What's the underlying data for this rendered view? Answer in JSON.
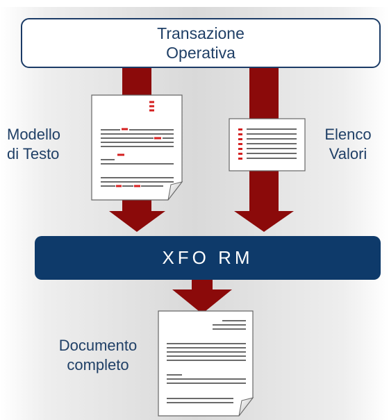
{
  "diagram": {
    "transaction_box": {
      "line1": "Transazione",
      "line2": "Operativa"
    },
    "template_label": {
      "line1": "Modello",
      "line2": "di Testo"
    },
    "values_label": {
      "line1": "Elenco",
      "line2": "Valori"
    },
    "xform_label": "XFO RM",
    "output_label": {
      "line1": "Documento",
      "line2": "completo"
    },
    "colors": {
      "arrow": "#8b0a0a",
      "box_border": "#1b3b66",
      "bar": "#0e3a6a",
      "text": "#1f3f66",
      "placeholder": "#d42020",
      "doc_line": "#555555"
    }
  }
}
